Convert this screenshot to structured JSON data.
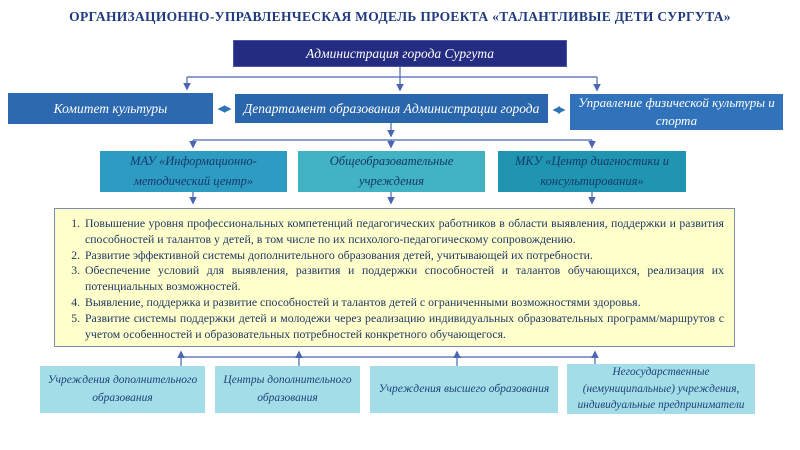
{
  "title": "ОРГАНИЗАЦИОННО-УПРАВЛЕНЧЕСКАЯ МОДЕЛЬ ПРОЕКТА «ТАЛАНТЛИВЫЕ ДЕТИ СУРГУТА»",
  "level1": {
    "admin": "Администрация города Сургута"
  },
  "level2": {
    "culture": "Комитет культуры",
    "education": "Департамент образования Администрации города",
    "sport": "Управление физической культуры и спорта"
  },
  "level3": {
    "imc": "МАУ «Информационно-методический центр»",
    "schools": "Общеобразовательные учреждения",
    "diagnostics": "МКУ «Центр диагностики и консультирования»"
  },
  "tasks": {
    "items": [
      "Повышение уровня профессиональных компетенций педагогических работников в области выявления, поддержки и развития способностей и талантов у детей, в том числе по их психолого-педагогическому сопровождению.",
      "Развитие эффективной системы дополнительного образования детей, учитывающей их потребности.",
      "Обеспечение условий для выявления, развития и поддержки способностей и талантов обучающихся, реализация их потенциальных возможностей.",
      "Выявление, поддержка и развитие способностей и талантов детей с ограниченными возможностями здоровья.",
      "Развитие системы поддержки детей и молодежи через реализацию индивидуальных образовательных программ/маршрутов с учетом особенностей и образовательных потребностей конкретного обучающегося."
    ]
  },
  "level4": {
    "additional": "Учреждения дополнительного образования",
    "centers": "Центры дополнительного образования",
    "higher": "Учреждения высшего образования",
    "private": "Негосударственные (немуниципальные) учреждения, индивидуальные предприниматели"
  },
  "colors": {
    "title_text": "#1F3A7E",
    "admin_box": "#232C80",
    "level2_box": "#2B68AF",
    "sport_box": "#3173BA",
    "imc_box": "#2E9CC2",
    "schools_box": "#41B3C2",
    "diagnostics_box": "#2095B1",
    "tasks_bg": "#FFFFCC",
    "tasks_border": "#7E8FAE",
    "bottom_box": "#A3DEE8",
    "connector": "#4A66B0",
    "double_arrow": "#2E75B6",
    "dark_text": "#1F3864"
  }
}
